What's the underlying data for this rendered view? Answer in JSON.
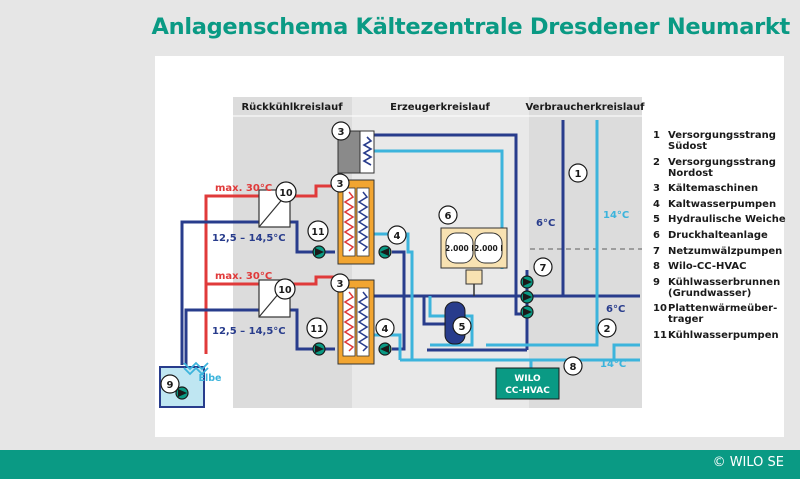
{
  "title": "Anlagenschema Kältezentrale Dresdener Neumarkt",
  "sections": {
    "rueckkuehl": "Rückkühlkreislauf",
    "erzeuger": "Erzeugerkreislauf",
    "verbraucher": "Verbraucherkreislauf"
  },
  "temps": {
    "max_top": "max. 30°C",
    "max_bottom": "max. 30°C",
    "range_top": "12,5 – 14,5°C",
    "range_bottom": "12,5 – 14,5°C",
    "t6_top": "6°C",
    "t14_top": "14°C",
    "t6_bottom": "6°C",
    "t14_bottom": "14°C"
  },
  "elbe_label": "Elbe",
  "tank_label_1": "2.000 l",
  "tank_label_2": "2.000 l",
  "wilo_box": {
    "line1": "WILO",
    "line2": "CC-HVAC"
  },
  "markers": {
    "m1": "1",
    "m2": "2",
    "m3a": "3",
    "m3b": "3",
    "m3c": "3",
    "m4a": "4",
    "m4b": "4",
    "m5": "5",
    "m6": "6",
    "m7": "7",
    "m8": "8",
    "m9": "9",
    "m10a": "10",
    "m10b": "10",
    "m11a": "11",
    "m11b": "11"
  },
  "legend": [
    {
      "num": "1",
      "text": "Versorgungsstrang Südost"
    },
    {
      "num": "2",
      "text": "Versorgungsstrang Nordost"
    },
    {
      "num": "3",
      "text": "Kältemaschinen"
    },
    {
      "num": "4",
      "text": "Kaltwasserpumpen"
    },
    {
      "num": "5",
      "text": "Hydraulische Weiche"
    },
    {
      "num": "6",
      "text": "Druckhalteanlage"
    },
    {
      "num": "7",
      "text": "Netzumwälzpumpen"
    },
    {
      "num": "8",
      "text": "Wilo-CC-HVAC"
    },
    {
      "num": "9",
      "text": "Kühlwasserbrunnen (Grundwasser)"
    },
    {
      "num": "10",
      "text": "Plattenwärmeüber-trager"
    },
    {
      "num": "11",
      "text": "Kühlwasserpumpen"
    }
  ],
  "footer": "© WILO SE",
  "colors": {
    "brand": "#0a9a84",
    "hot": "#e03a3a",
    "cold_blue": "#283c8c",
    "light_blue": "#3cb4dc",
    "chiller_orange": "#f2a531",
    "tank_fill": "#f8e2b2"
  }
}
